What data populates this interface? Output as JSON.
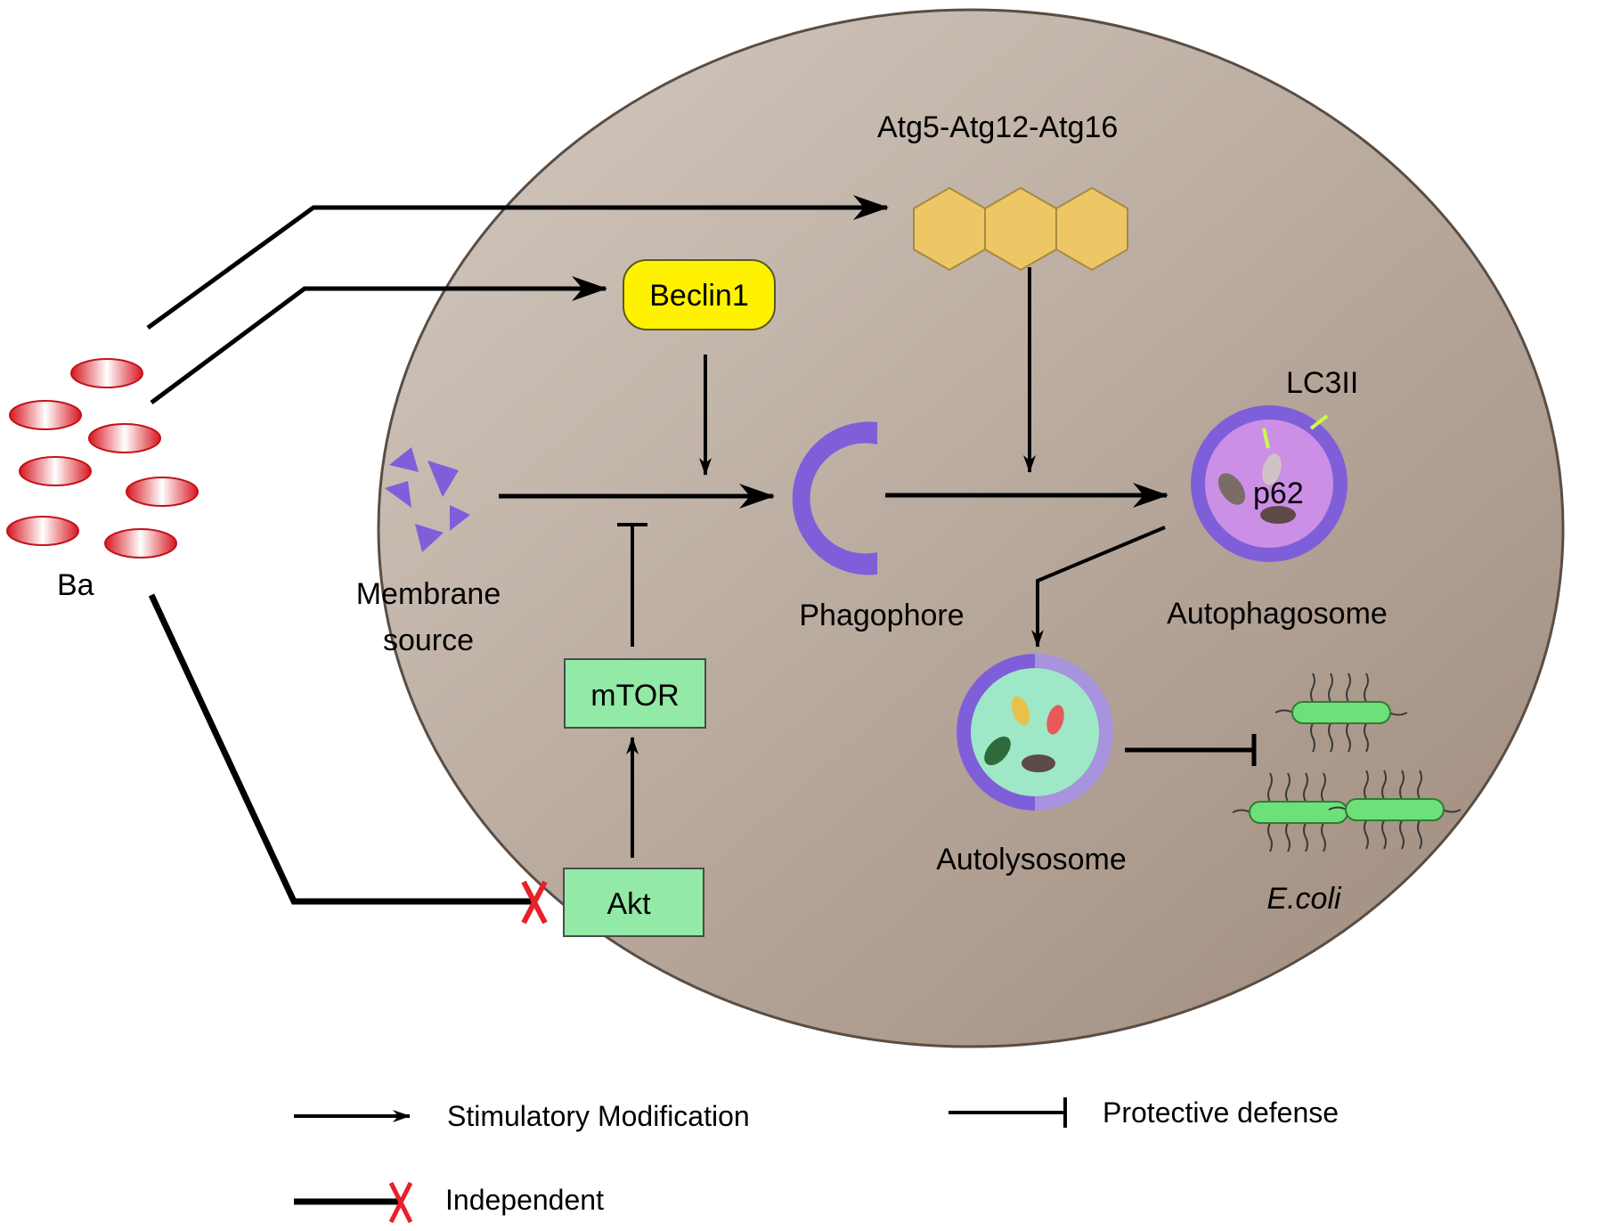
{
  "labels": {
    "ba": "Ba",
    "membrane_line1": "Membrane",
    "membrane_line2": "source",
    "beclin": "Beclin1",
    "atg": "Atg5-Atg12-Atg16",
    "mtor": "mTOR",
    "akt": "Akt",
    "phagophore": "Phagophore",
    "autophagosome": "Autophagosome",
    "lc3": "LC3II",
    "p62": "p62",
    "autolysosome": "Autolysosome",
    "ecoli": "E.coli"
  },
  "legend": {
    "stimulatory": "Stimulatory Modification",
    "protective": "Protective defense",
    "independent": "Independent"
  },
  "colors": {
    "cell_light": "#d2c7bd",
    "cell_dark": "#a08c7d",
    "membrane_purple": "#7f5fd9",
    "beclin_yellow": "#fff200",
    "atg_hexagon": "#edc766",
    "green_box": "#93e9a6",
    "autophagosome_inner": "#cc8fe6",
    "autolysosome_inner": "#9ee8c7",
    "bacterium_green": "#6ee07a",
    "ba_red": "#e8202a",
    "inhibit_x_red": "#e8202a"
  }
}
